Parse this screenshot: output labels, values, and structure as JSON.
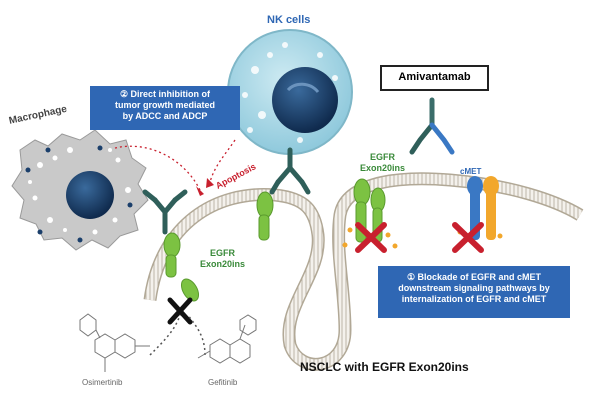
{
  "labels": {
    "nk_cells": "NK cells",
    "macrophage": "Macrophage",
    "amivantamab": "Amivantamab",
    "apoptosis": "Apoptosis",
    "egfr_top_line1": "EGFR",
    "egfr_top_line2": "Exon20ins",
    "cmet": "cMET",
    "egfr_left_line1": "EGFR",
    "egfr_left_line2": "Exon20ins",
    "osimertinib": "Osimertinib",
    "gefitinib": "Gefitinib",
    "title": "NSCLC with EGFR Exon20ins"
  },
  "boxes": {
    "direct_inhibition": [
      "② Direct inhibition of",
      "tumor growth mediated",
      "by ADCC and ADCP"
    ],
    "blockade": [
      "① Blockade of EGFR and cMET",
      "downstream signaling pathways by",
      "internalization of EGFR and cMET"
    ]
  },
  "colors": {
    "box_blue": "#2f67b4",
    "egfr_green": "#7cc242",
    "antibody_dark": "#2f5f5a",
    "cmet_blue": "#3a78c4",
    "cmet_orange": "#f2a72c",
    "inhibit_red": "#c8202e",
    "nk_cell": "#a9d8e6",
    "macrophage": "#c9c9c9",
    "nucleus": "#1b3f6b"
  }
}
